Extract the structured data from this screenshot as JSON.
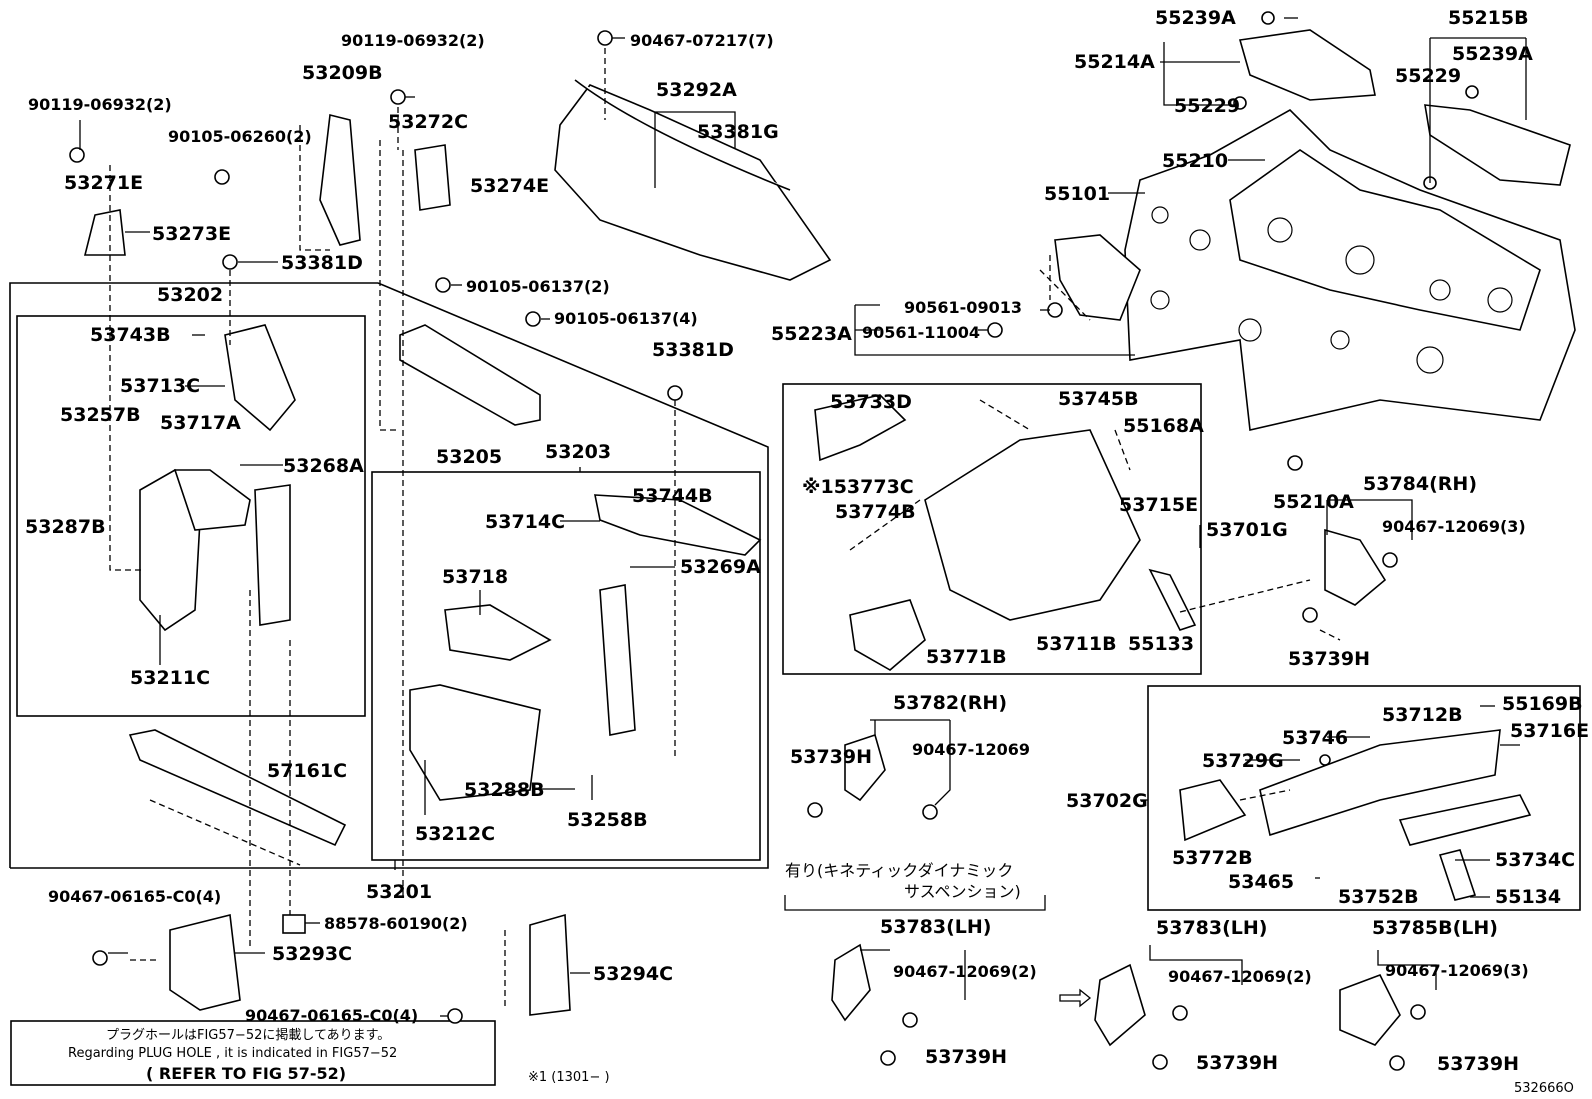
{
  "diagram": {
    "labels": {
      "p55239A_top": "55239A",
      "p55215B": "55215B",
      "p55214A": "55214A",
      "p55239A_r": "55239A",
      "p55229_r": "55229",
      "p55229_l": "55229",
      "p55210": "55210",
      "p55101": "55101",
      "p90561_09013": "90561-09013",
      "p55223A": "55223A",
      "p90561_11004": "90561-11004",
      "p53733D": "53733D",
      "p53745B": "53745B",
      "p55168A": "55168A",
      "p53773C": "※153773C",
      "p53774B": "53774B",
      "p53715E": "53715E",
      "p53701G": "53701G",
      "p53771B": "53771B",
      "p53711B": "53711B",
      "p55133": "55133",
      "p55210A": "55210A",
      "p53784RH": "53784(RH)",
      "p90467_12069_3a": "90467-12069(3)",
      "p53739H_a": "53739H",
      "p90119_top": "90119-06932(2)",
      "p90119_left": "90119-06932(2)",
      "p53209B": "53209B",
      "p90105_06260": "90105-06260(2)",
      "p53272C": "53272C",
      "p53274E": "53274E",
      "p53271E": "53271E",
      "p53273E": "53273E",
      "p53381D_a": "53381D",
      "p90467_07217": "90467-07217(7)",
      "p53292A": "53292A",
      "p53381G": "53381G",
      "p90105_06137_2": "90105-06137(2)",
      "p90105_06137_4": "90105-06137(4)",
      "p53381D_b": "53381D",
      "p53205": "53205",
      "p53202": "53202",
      "p53743B": "53743B",
      "p53713C": "53713C",
      "p53257B": "53257B",
      "p53717A": "53717A",
      "p53268A": "53268A",
      "p53287B": "53287B",
      "p53211C": "53211C",
      "p53203": "53203",
      "p53744B": "53744B",
      "p53714C": "53714C",
      "p53718": "53718",
      "p53269A": "53269A",
      "p53288B": "53288B",
      "p53258B": "53258B",
      "p53212C": "53212C",
      "p57161C": "57161C",
      "p53201": "53201",
      "p90467_06165_a": "90467-06165-C0(4)",
      "p53293C": "53293C",
      "p88578": "88578-60190(2)",
      "p53294C": "53294C",
      "p90467_06165_b": "90467-06165-C0(4)",
      "p53782RH": "53782(RH)",
      "p53739H_b": "53739H",
      "p90467_12069": "90467-12069",
      "p55169B": "55169B",
      "p53712B": "53712B",
      "p53716E": "53716E",
      "p53746": "53746",
      "p53729G": "53729G",
      "p53702G": "53702G",
      "p53772B": "53772B",
      "p53465": "53465",
      "p53752B": "53752B",
      "p53734C": "53734C",
      "p55134": "55134",
      "p53783LH_a": "53783(LH)",
      "p90467_12069_2a": "90467-12069(2)",
      "p53739H_c": "53739H",
      "p53783LH_b": "53783(LH)",
      "p90467_12069_2b": "90467-12069(2)",
      "p53739H_d": "53739H",
      "p53785BLH": "53785B(LH)",
      "p90467_12069_3b": "90467-12069(3)",
      "p53739H_e": "53739H"
    },
    "notes": {
      "kinetic_1": "有り(キネティックダイナミック",
      "kinetic_2": "サスペンション)",
      "plug_jp": "プラグホールはFIG57−52に掲載してあります。",
      "plug_en": "Regarding PLUG HOLE , it is indicated in FIG57−52",
      "refer": "( REFER TO FIG 57-52)",
      "footnote": "※1 (1301−      )",
      "fig_code": "532666O"
    }
  }
}
